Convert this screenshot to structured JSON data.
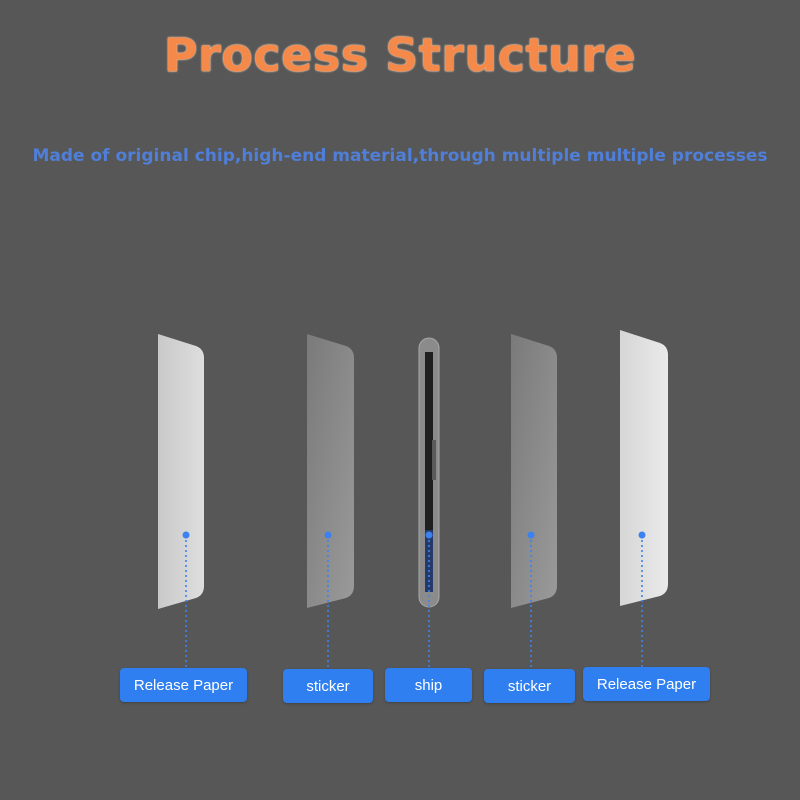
{
  "header": {
    "title": "Process Structure",
    "subtitle": "Made of original chip,high-end material,through multiple multiple processes"
  },
  "layers": [
    {
      "id": "release-paper-left",
      "label": "Release Paper"
    },
    {
      "id": "sticker-left",
      "label": "sticker"
    },
    {
      "id": "chip",
      "label": "ship"
    },
    {
      "id": "sticker-right",
      "label": "sticker"
    },
    {
      "id": "release-paper-right",
      "label": "Release Paper"
    }
  ],
  "colors": {
    "background": "#575757",
    "title": "#f4894a",
    "subtitle": "#4f7fd8",
    "label_bg": "#2f7ff0",
    "connector": "#3b82f0"
  }
}
